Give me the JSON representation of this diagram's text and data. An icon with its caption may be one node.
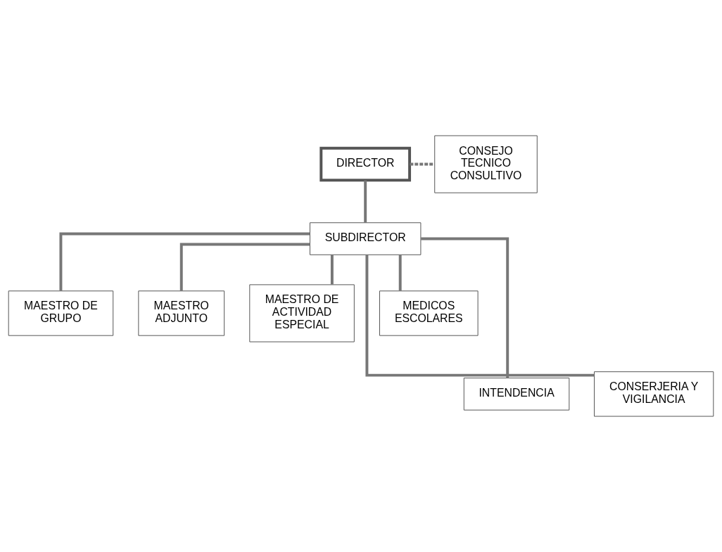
{
  "diagram": {
    "nodes": [
      {
        "text": [
          "DIRECTOR"
        ]
      },
      {
        "text": [
          "CONSEJO TECNICO CONSULTIVO"
        ]
      },
      {
        "text": [
          "SUBDIRECTOR"
        ]
      },
      {
        "text": [
          "MAESTRO DE GRUPO"
        ]
      },
      {
        "text": [
          "MAESTRO ADJUNTO"
        ]
      },
      {
        "text": [
          "MAESTRO DE ACTIVIDAD ESPECIAL"
        ]
      },
      {
        "text": [
          "MEDICOS ESCOLARES"
        ]
      },
      {
        "text": [
          "INTENDENCIA"
        ]
      },
      {
        "text": [
          "CONSERJERIA Y VIGILANCIA"
        ]
      }
    ],
    "edges": [
      {
        "from": 0,
        "to": 1,
        "arrow": "none",
        "style": "dashed"
      },
      {
        "from": 0,
        "to": 2,
        "arrow": "none"
      },
      {
        "from": 2,
        "to": 3,
        "arrow": "none"
      },
      {
        "from": 2,
        "to": 4,
        "arrow": "none"
      },
      {
        "from": 2,
        "to": 5,
        "arrow": "none"
      },
      {
        "from": 2,
        "to": 6,
        "arrow": "none"
      },
      {
        "from": 2,
        "to": 7,
        "arrow": "none"
      },
      {
        "from": 2,
        "to": 8,
        "arrow": "none"
      }
    ]
  }
}
